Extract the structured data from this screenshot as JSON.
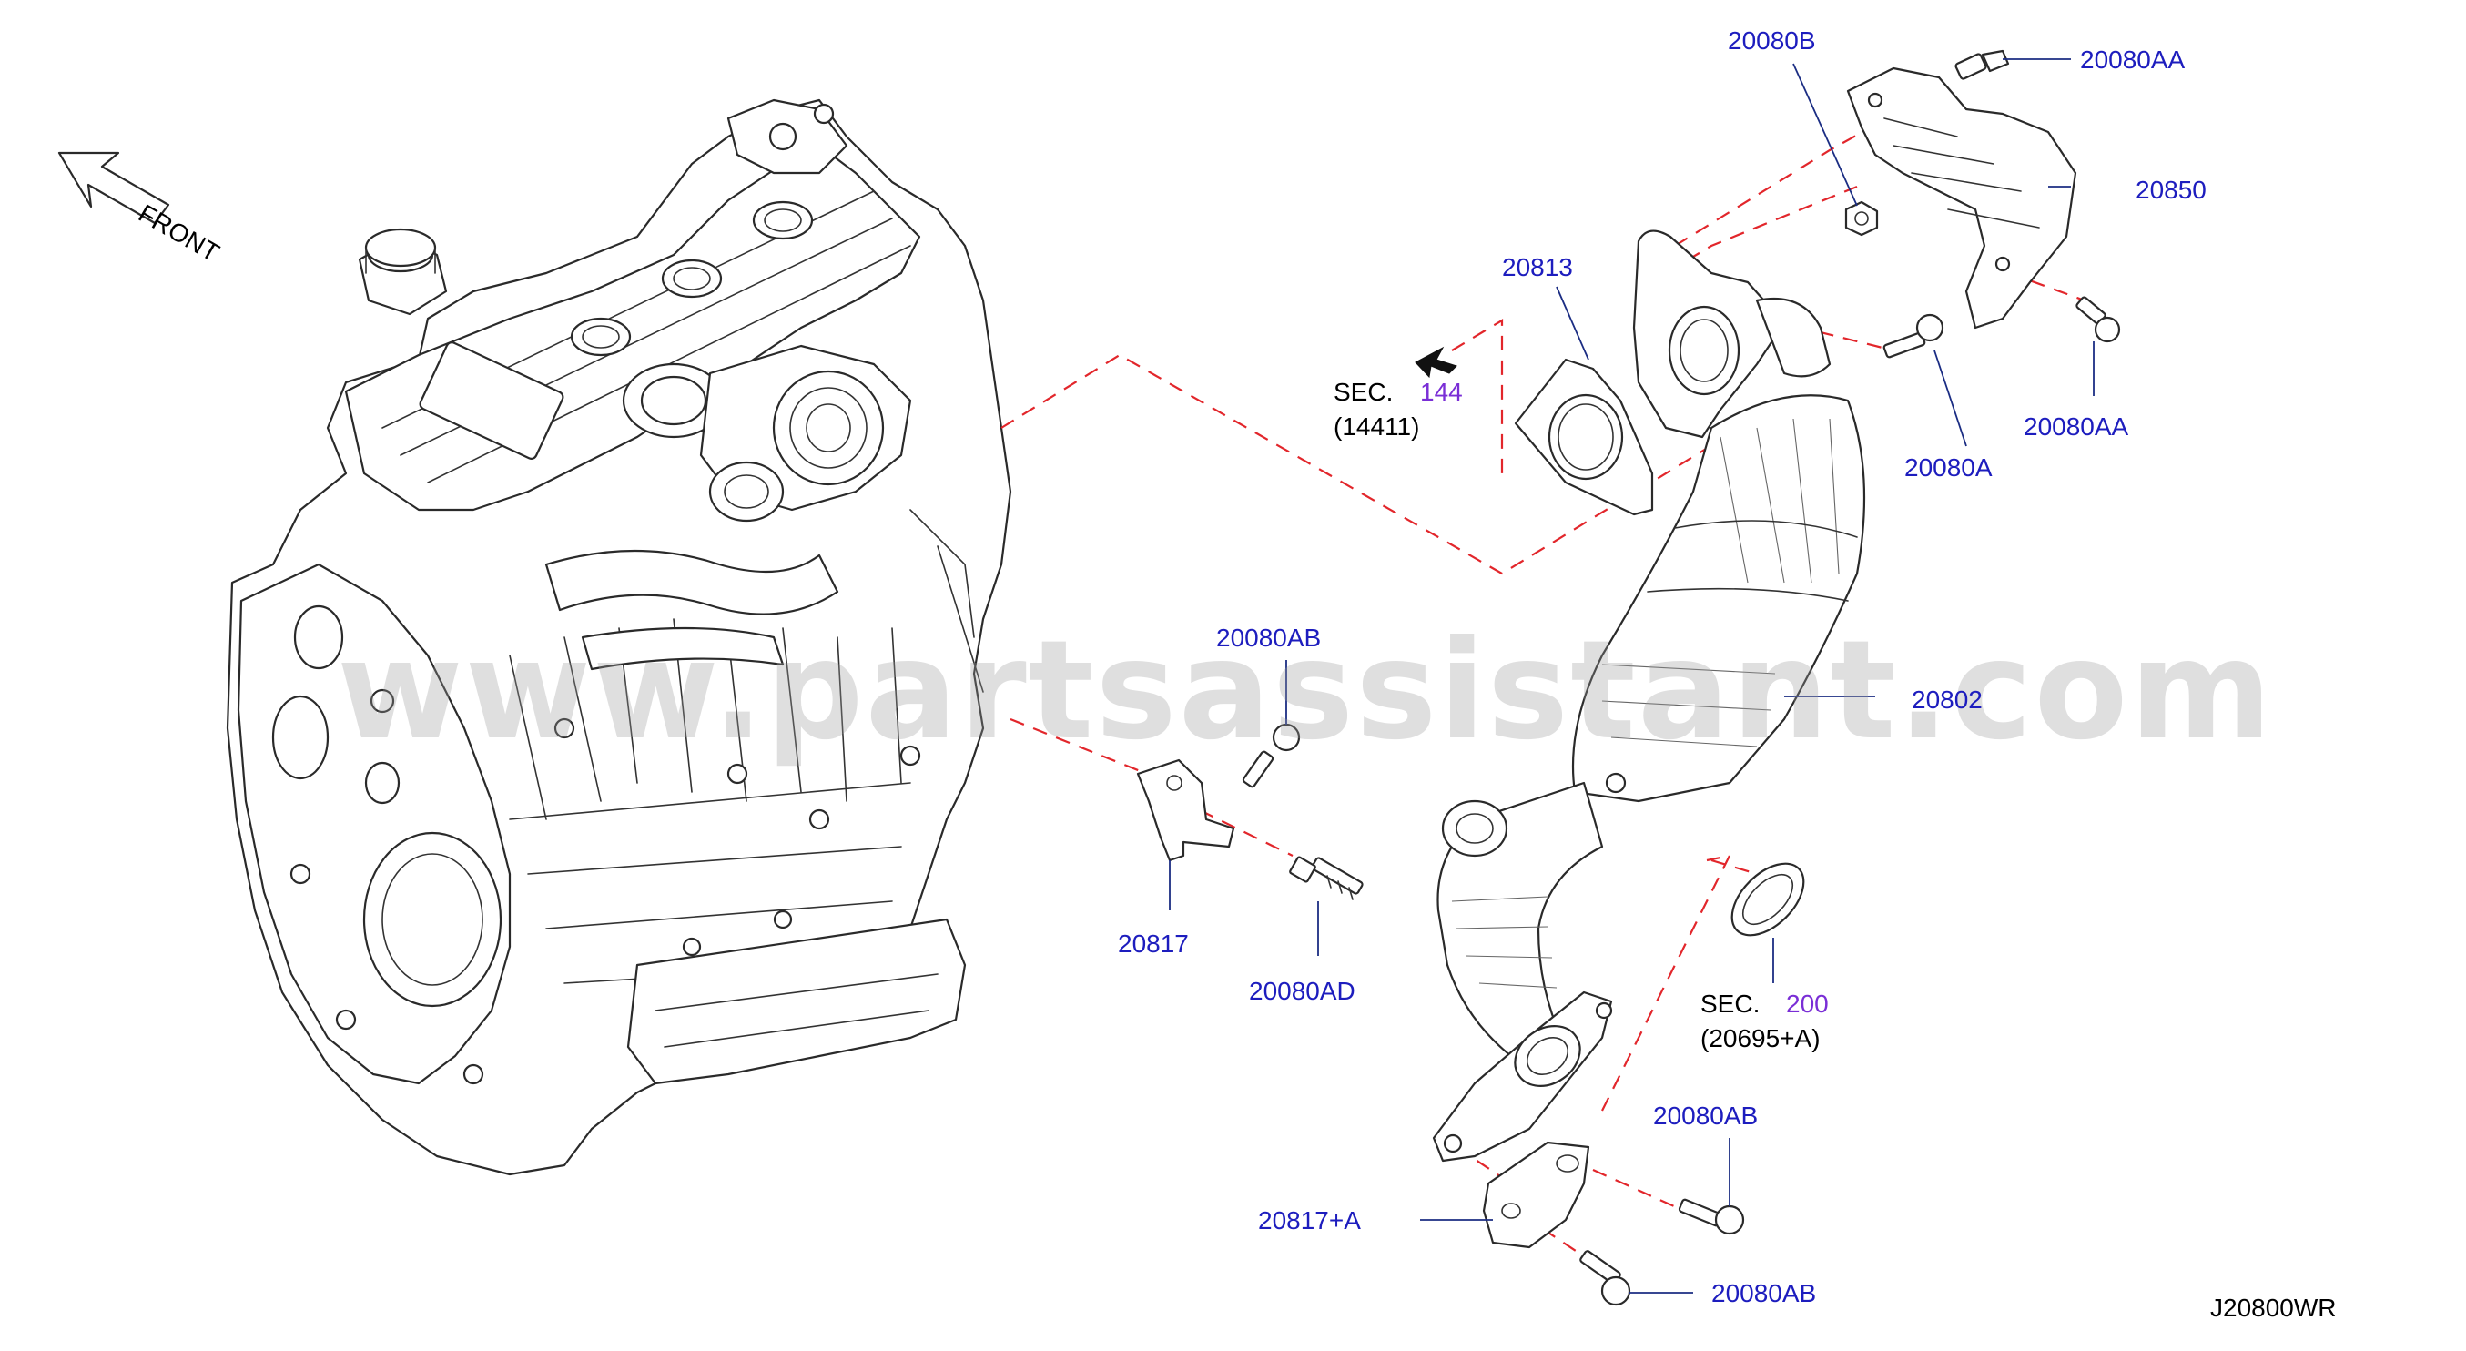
{
  "watermark": "www.partsassistant.com",
  "diagram_code": "J20800WR",
  "front_label": "FRONT",
  "sections": [
    {
      "prefix": "SEC.",
      "number": "144",
      "sub": "(14411)"
    },
    {
      "prefix": "SEC.",
      "number": "200",
      "sub": "(20695+A)"
    }
  ],
  "callouts": [
    {
      "id": "20080B"
    },
    {
      "id": "20080AA"
    },
    {
      "id": "20850"
    },
    {
      "id": "20813"
    },
    {
      "id": "20080AA"
    },
    {
      "id": "20080A"
    },
    {
      "id": "20802"
    },
    {
      "id": "20080AB"
    },
    {
      "id": "20817"
    },
    {
      "id": "20080AD"
    },
    {
      "id": "20080AB"
    },
    {
      "id": "20817+A"
    },
    {
      "id": "20080AB"
    }
  ],
  "colors": {
    "label": "#1d1dbe",
    "section_number": "#7a2ed6",
    "assembly_line": "#e2262b",
    "leader": "#1b2d83"
  }
}
